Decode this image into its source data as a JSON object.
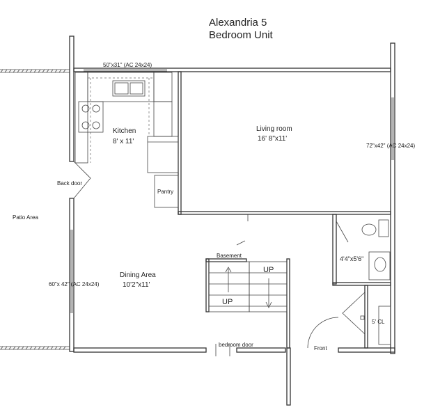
{
  "title": {
    "line1": "Alexandria 5",
    "line2": "Bedroom Unit"
  },
  "rooms": {
    "kitchen": {
      "name": "Kitchen",
      "size": "8' x 11'"
    },
    "living": {
      "name": "Living room",
      "size": "16' 8\"x11'"
    },
    "dining": {
      "name": "Dining Area",
      "size": "10'2\"x11'"
    },
    "bath": {
      "size": "4'4\"x5'6\""
    }
  },
  "labels": {
    "pantry": "Pantry",
    "back_door": "Back door",
    "patio": "Patio Area",
    "basement": "Basement",
    "bedroom_door": "bedroom door",
    "front": "Front",
    "closet": "5' CL",
    "up_left": "UP",
    "up_right": "UP"
  },
  "windows": {
    "top": "50\"x31\" (AC 24x24)",
    "right": "72\"x42\" (AC 24x24)",
    "left": "60\"x 42\" (AC 24x24)"
  }
}
